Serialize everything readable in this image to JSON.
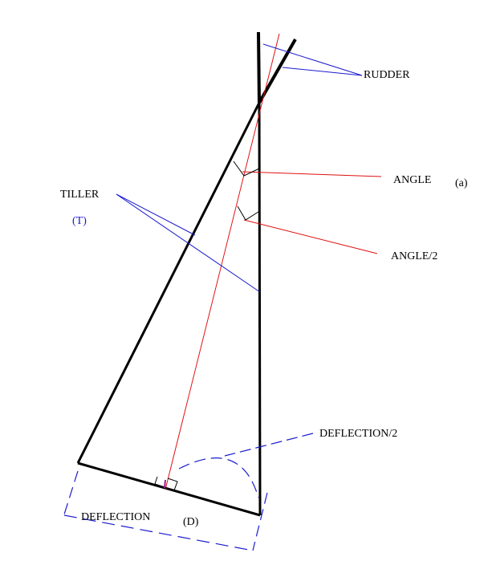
{
  "labels": {
    "rudder": "RUDDER",
    "angle": "ANGLE",
    "angle_symbol": "(a)",
    "angle_half": "ANGLE/2",
    "tiller": "TILLER",
    "tiller_symbol": "(T)",
    "deflection_half": "DEFLECTION/2",
    "deflection": "DEFLECTION",
    "deflection_symbol": "(D)"
  },
  "colors": {
    "structure": "#000000",
    "leader_blue": "#1a1acc",
    "construction_red": "#e01010",
    "dimension_blue": "#1a1acc"
  }
}
